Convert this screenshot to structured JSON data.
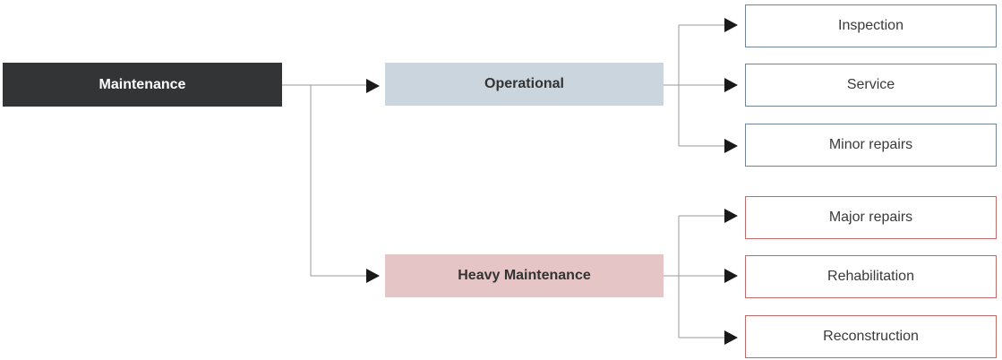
{
  "root": {
    "label": "Maintenance"
  },
  "branches": [
    {
      "label": "Operational",
      "color": "#cbd5de",
      "border": "#6f8496",
      "children": [
        "Inspection",
        "Service",
        "Minor repairs"
      ]
    },
    {
      "label": "Heavy Maintenance",
      "color": "#e5c5c5",
      "border": "#c06a6a",
      "children": [
        "Major repairs",
        "Rehabilitation",
        "Reconstruction"
      ]
    }
  ],
  "root_color": "#333436",
  "connector_color": "#9a9a9a",
  "arrow_color": "#1a1a1a"
}
